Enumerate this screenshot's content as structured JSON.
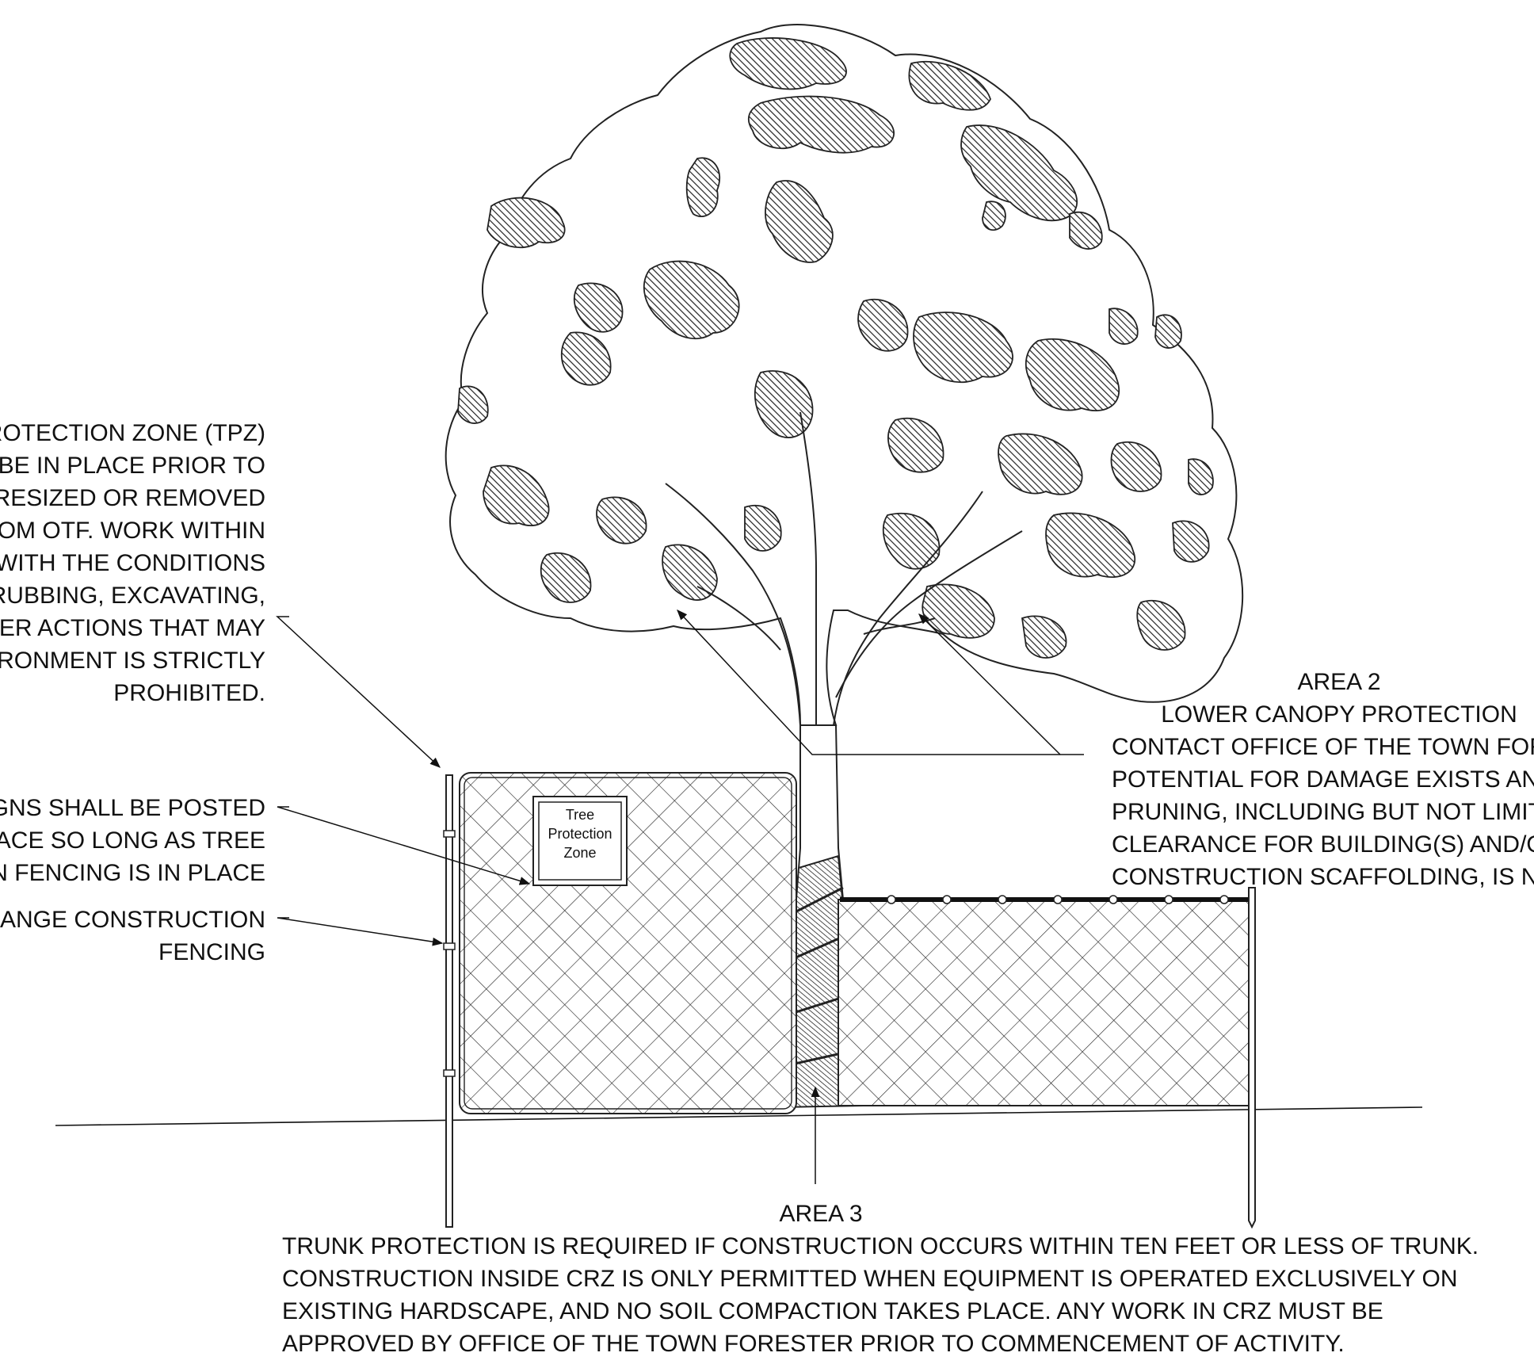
{
  "sign": {
    "lines": [
      "Tree",
      "Protection",
      "Zone"
    ]
  },
  "notes": {
    "tpz": {
      "lines": [
        "E PROTECTION ZONE (TPZ)",
        "UST BE IN PLACE PRIOR TO",
        "BE RESIZED OR REMOVED",
        "FROM OTF.  WORK WITHIN",
        "ICE WITH THE CONDITIONS",
        ", GRUBBING, EXCAVATING,",
        "OTHER ACTIONS THAT MAY",
        "NVIRONMENT IS STRICTLY",
        "PROHIBITED."
      ]
    },
    "signs": {
      "lines": [
        "E SIGNS SHALL BE POSTED",
        "N PLACE SO LONG AS TREE",
        "CTION FENCING IS IN PLACE"
      ]
    },
    "fencing": {
      "lines": [
        "H ORANGE CONSTRUCTION",
        "FENCING"
      ]
    },
    "area2": {
      "title": "AREA 2",
      "subtitle": "LOWER CANOPY PROTECTION",
      "lines": [
        "CONTACT OFFICE OF THE TOWN FORESTER",
        "POTENTIAL FOR DAMAGE EXISTS AND/OR I",
        "PRUNING, INCLUDING BUT NOT LIMITED TO",
        "CLEARANCE FOR BUILDING(S) AND/OR",
        "CONSTRUCTION SCAFFOLDING, IS NEEDED"
      ]
    },
    "area3": {
      "title": "AREA 3",
      "lines": [
        "TRUNK PROTECTION IS REQUIRED IF CONSTRUCTION OCCURS WITHIN TEN FEET OR LESS OF TRUNK.",
        "CONSTRUCTION INSIDE CRZ IS ONLY PERMITTED WHEN EQUIPMENT IS OPERATED EXCLUSIVELY ON",
        "EXISTING HARDSCAPE, AND NO SOIL COMPACTION TAKES PLACE.  ANY WORK IN CRZ MUST BE",
        "APPROVED BY OFFICE OF THE TOWN FORESTER PRIOR TO COMMENCEMENT OF ACTIVITY."
      ]
    }
  }
}
